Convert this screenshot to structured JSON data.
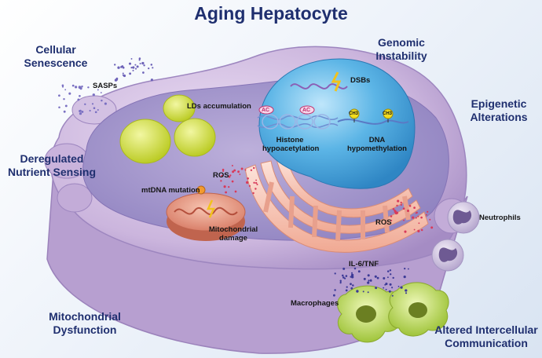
{
  "title": "Aging Hepatocyte",
  "hallmarks": {
    "cellular_senescence": [
      "Cellular",
      "Senescence"
    ],
    "genomic_instability": [
      "Genomic",
      "Instability"
    ],
    "epigenetic_alterations": [
      "Epigenetic",
      "Alterations"
    ],
    "deregulated_nutrient_sensing": [
      "Deregulated",
      "Nutrient Sensing"
    ],
    "mitochondrial_dysfunction": [
      "Mitochondrial",
      "Dysfunction"
    ],
    "altered_intercellular_communication": [
      "Altered Intercellular",
      "Communication"
    ]
  },
  "labels": {
    "sasps": "SASPs",
    "lds_accumulation": "LDs accumulation",
    "dsbs": "DSBs",
    "ac_1": "AC",
    "ac_2": "AC",
    "ch3_1": "CH3",
    "ch3_2": "CH3",
    "histone_hypoacetylation": [
      "Histone",
      "hypoacetylation"
    ],
    "dna_hypomethylation": [
      "DNA",
      "hypomethylation"
    ],
    "ros_1": "ROS",
    "ros_2": "ROS",
    "mtdna_mutation": "mtDNA mutation",
    "mitochondrial_damage": [
      "Mitochondrial",
      "damage"
    ],
    "neutrophils": "Neutrophils",
    "il6_tnf": "IL-6/TNF",
    "macrophages": "Macrophages"
  },
  "colors": {
    "title": "#1f2f6f",
    "cell_body": "#c9b3dc",
    "cytoplasm": "#a99ccc",
    "nucleus": "#4aa7dc",
    "lipid_droplet": "#d6e43e",
    "mitochondrion": "#e59a86",
    "er": "#f9c9bd",
    "dots": "#5a56a8",
    "ros_dots": "#d83a5a",
    "macrophage": "#bede55",
    "neutrophil": "#d8cde6"
  }
}
